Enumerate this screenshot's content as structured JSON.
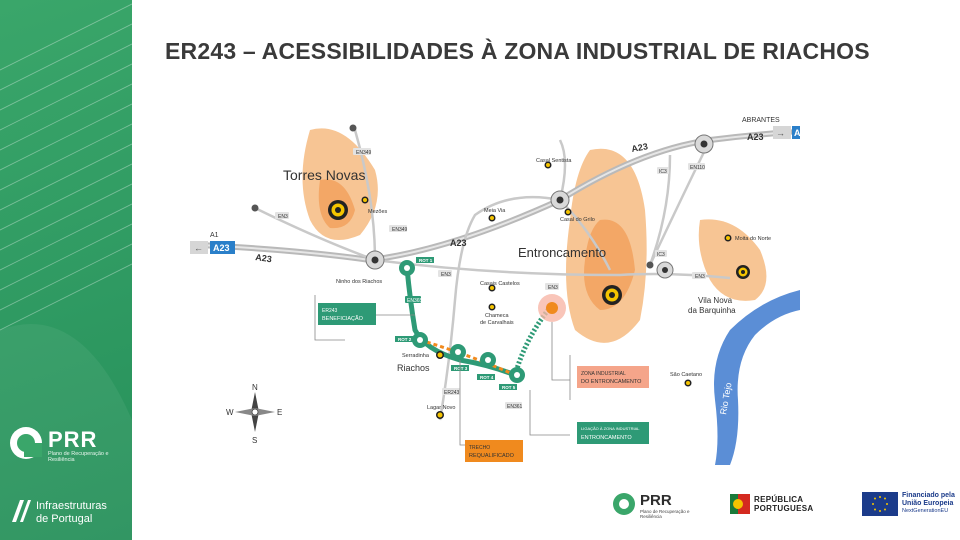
{
  "title": "ER243 – ACESSIBILIDADES À ZONA INDUSTRIAL DE RIACHOS",
  "sidebar": {
    "prr_word": "PRR",
    "prr_sub": "Plano de Recuperação e Resiliência",
    "ip_word1": "Infraestruturas",
    "ip_word2": "de Portugal"
  },
  "map": {
    "towns": {
      "torres_novas": "Torres Novas",
      "entroncamento": "Entroncamento",
      "vila_nova_1": "Vila Nova",
      "vila_nova_2": "da Barquinha",
      "riachos": "Riachos"
    },
    "places": {
      "casal_sentista": "Casal Sentista",
      "casal_do_grilo": "Casal do Grilo",
      "meia_via": "Meia Via",
      "mezoes": "Mezões",
      "ninho_dos_riachos": "Ninho dos Riachos",
      "casais_castelos": "Casais Castelos",
      "chameca_1": "Chameca",
      "chameca_2": "de Carvalhais",
      "serradinha": "Serradinha",
      "lagar_novo": "Lagar Novo",
      "sao_caetano": "São Caetano",
      "moita_do_norte": "Moita do Norte"
    },
    "roads": {
      "a23": "A23",
      "a1": "A1",
      "abrantes": "ABRANTES",
      "en349": "EN349",
      "en3": "EN3",
      "ic3": "IC3",
      "en110": "EN110",
      "en365": "EN365",
      "er243": "ER243",
      "en361": "EN361"
    },
    "roundabouts": [
      "ROT 1",
      "ROT 2",
      "ROT 3",
      "ROT 4",
      "ROT 5"
    ],
    "callouts": {
      "beneficiacao_1": "ER243",
      "beneficiacao_2": "BENEFICIAÇÃO",
      "zona_1": "ZONA INDUSTRIAL",
      "zona_2": "DO ENTRONCAMENTO",
      "ligacao_1": "LIGAÇÃO À ZONA INDUSTRIAL",
      "ligacao_2": "ENTRONCAMENTO",
      "trecho_1": "TRECHO",
      "trecho_2": "REQUALIFICADO"
    },
    "river": "Rio Tejo",
    "compass": {
      "n": "N",
      "s": "S",
      "e": "E",
      "w": "W"
    },
    "colors": {
      "green": "#2e9a76",
      "orange": "#f08a1e",
      "urban": "#f5b77a",
      "river": "#5b8ed6",
      "motorway_badge": "#2a7fc9"
    }
  },
  "footer": {
    "prr_word": "PRR",
    "prr_sub": "Plano de Recuperação e Resiliência",
    "rp_word1": "REPÚBLICA",
    "rp_word2": "PORTUGUESA",
    "eu_word1": "Financiado pela",
    "eu_word2": "União Europeia",
    "eu_word3": "NextGenerationEU"
  }
}
